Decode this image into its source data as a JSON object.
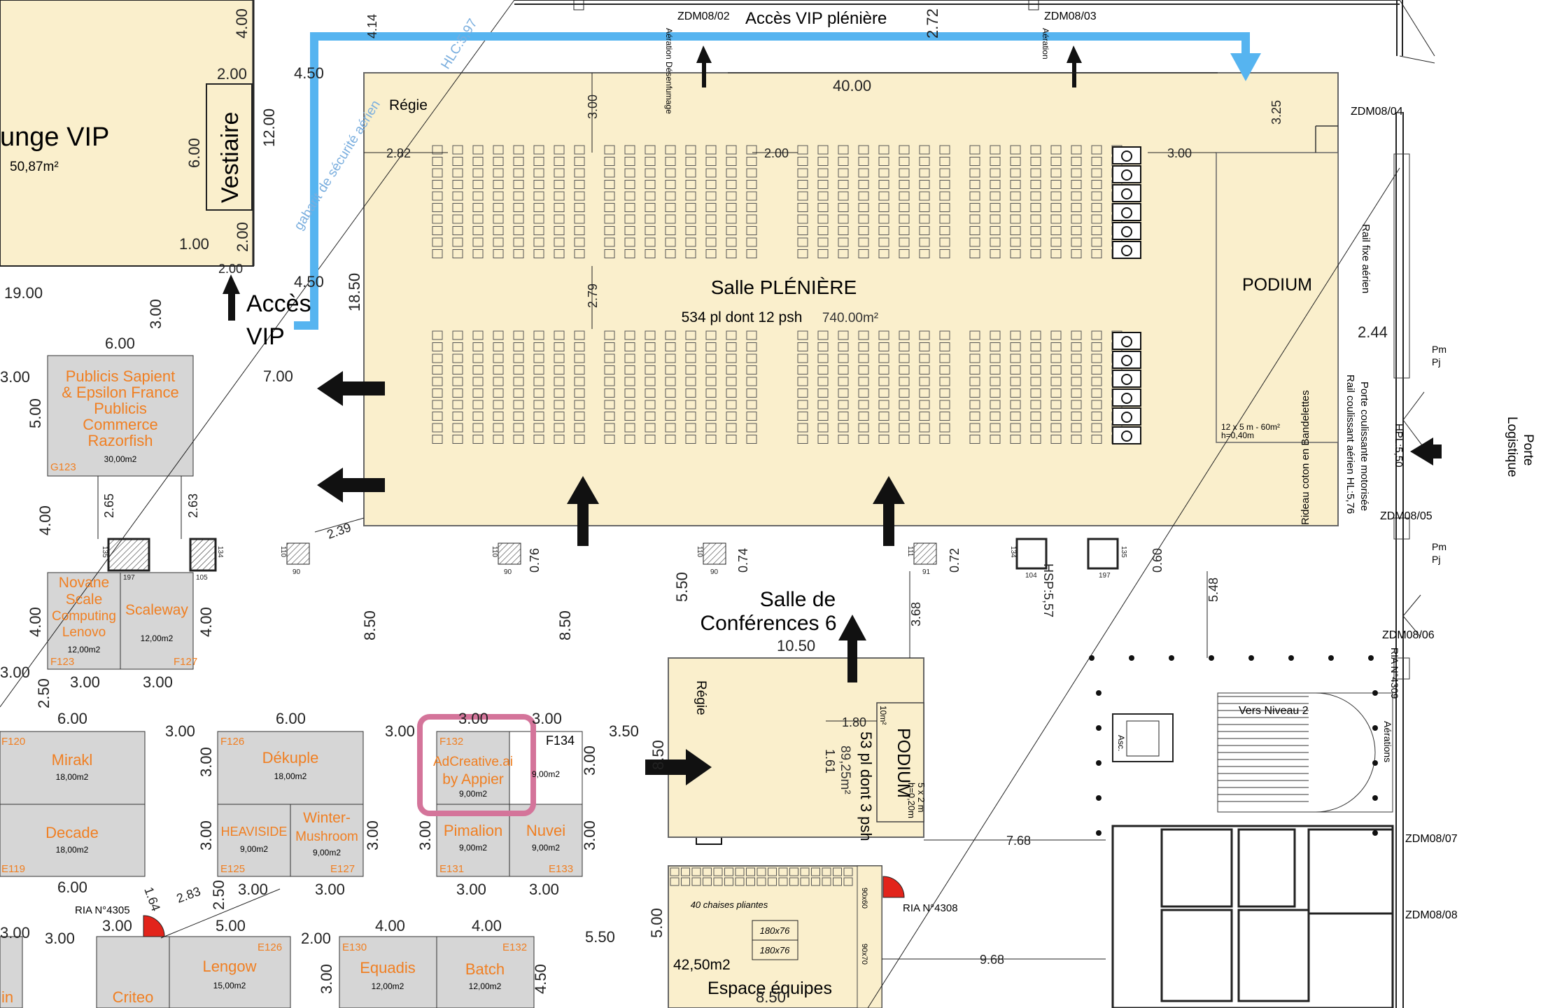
{
  "plenary": {
    "title": "Salle PLÉNIÈRE",
    "capacity": "534 pl dont 12 psh",
    "area": "740.00m²",
    "regie": "Régie",
    "podium": "PODIUM",
    "podium_note": "12 x 5 m - 60m²",
    "podium_height": "h=0,40m"
  },
  "vip": {
    "route_label": "Accès VIP plénière",
    "access_label_1": "Accès",
    "access_label_2": "VIP",
    "lounge_label": "unge VIP",
    "lounge_area": "50,87m²",
    "vestiaire": "Vestiaire"
  },
  "top_markers": {
    "zdm_02": "ZDM08/02",
    "zdm_03": "ZDM08/03",
    "zdm_04": "ZDM08/04",
    "zdm_05": "ZDM08/05",
    "zdm_06": "ZDM08/06",
    "zdm_07": "ZDM08/07",
    "zdm_08": "ZDM08/08",
    "aeration_desenfumage": "Aération Désenfumage",
    "aeration": "Aération",
    "safety_line": "gabarit de sécurité aérien",
    "hlc": "HLC:5,97"
  },
  "right_side": {
    "porte_logistique_1": "Porte",
    "porte_logistique_2": "Logistique",
    "rail_fixe": "Rail fixe aérien",
    "porte_coulissante": "Porte coulissante motorisée",
    "rail_coulissant": "Rail coulissant aérien HL:5,76",
    "hpl": "HPL:5,50",
    "rideau": "Rideau coton en Bandelettes",
    "pm": "Pm",
    "pj": "Pj",
    "ria_4309": "RIA N°4309",
    "aerations": "Aérations",
    "vers_niveau": "Vers Niveau 2",
    "asc": "Asc."
  },
  "conf6": {
    "title_1": "Salle de",
    "title_2": "Conférences 6",
    "regie": "Régie",
    "podium": "PODIUM",
    "podium_area": "10m²",
    "podium_size": "5 x 2 m",
    "podium_height": "h=0,20m",
    "capacity": "53 pl dont 3 psh",
    "area": "89,25m²",
    "chairs_note": "40 chaises pliantes",
    "table_1": "180x76",
    "table_2": "180x76",
    "equipes_area": "42,50m2",
    "equipes_label": "Espace équipes",
    "small_a": "90x60",
    "small_b": "90x70"
  },
  "ria": {
    "ria_4305": "RIA  N°4305",
    "ria_4308": "RIA  N°4308"
  },
  "stands": [
    {
      "names": [
        "Publicis Sapient",
        "& Epsilon France",
        "Publicis",
        "Commerce",
        "Razorfish"
      ],
      "code": "G123",
      "area": "30,00m2"
    },
    {
      "names": [
        "Novane",
        "Scale",
        "Computing",
        "Lenovo"
      ],
      "code": "F123",
      "area": "12,00m2"
    },
    {
      "names": [
        "Scaleway"
      ],
      "code": "F127",
      "area": "12,00m2"
    },
    {
      "names": [
        "Mirakl"
      ],
      "code": "F120",
      "area": "18,00m2"
    },
    {
      "names": [
        "Decade"
      ],
      "code": "E119",
      "area": "18,00m2"
    },
    {
      "names": [
        "Dékuple"
      ],
      "code": "F126",
      "area": "18,00m2"
    },
    {
      "names": [
        "HEAVISIDE"
      ],
      "code": "E125",
      "area": "9,00m2"
    },
    {
      "names": [
        "Winter-",
        "Mushroom"
      ],
      "code": "E127",
      "area": "9,00m2"
    },
    {
      "names": [
        "AdCreative.ai",
        "by Appier"
      ],
      "code": "F132",
      "area": "9,00m2"
    },
    {
      "names": [
        ""
      ],
      "code": "F134",
      "area": "9,00m2"
    },
    {
      "names": [
        "Pimalion"
      ],
      "code": "E131",
      "area": "9,00m2"
    },
    {
      "names": [
        "Nuvei"
      ],
      "code": "E133",
      "area": "9,00m2"
    },
    {
      "names": [
        "Criteo"
      ],
      "code": "",
      "area": ""
    },
    {
      "names": [
        "Lengow"
      ],
      "code": "E126",
      "area": "15,00m2"
    },
    {
      "names": [
        "Equadis"
      ],
      "code": "E130",
      "area": "12,00m2"
    },
    {
      "names": [
        "Batch"
      ],
      "code": "E132",
      "area": "12,00m2"
    },
    {
      "names": [
        "in"
      ],
      "code": "",
      "area": ""
    }
  ],
  "dimensions": {
    "d_40": "40.00",
    "d_2_72": "2.72",
    "d_3_25": "3.25",
    "d_4_14": "4.14",
    "d_4_50a": "4.50",
    "d_4_50b": "4.50",
    "d_2_82": "2.82",
    "d_2_00a": "2.00",
    "d_3_00a": "3.00",
    "d_3_00b": "3.00",
    "d_2_79": "2.79",
    "d_18_50": "18.50",
    "d_7_00": "7.00",
    "d_12_00": "12.00",
    "d_6_00a": "6.00",
    "d_2_00b": "2.00",
    "d_4_00a": "4.00",
    "d_1_00": "1.00",
    "d_2_00c": "2.00",
    "d_2_00d": "2.00",
    "d_19_00": "19.00",
    "d_3_00c": "3.00",
    "d_6_00b": "6.00",
    "d_3_00d": "3.00",
    "d_5_00": "5.00",
    "d_4_00b": "4.00",
    "d_2_65": "2.65",
    "d_2_63": "2.63",
    "d_2_39": "2.39",
    "d_4_00c": "4.00",
    "d_4_00d": "4.00",
    "d_3_00e": "3.00",
    "d_3_00f": "3.00",
    "d_3_00g": "3.00",
    "d_8_50a": "8.50",
    "d_8_50b": "8.50",
    "d_0_76": "0.76",
    "d_0_74": "0.74",
    "d_0_72": "0.72",
    "d_0_60": "0.60",
    "d_5_50a": "5.50",
    "d_3_68": "3.68",
    "d_5_48": "5.48",
    "d_2_44": "2.44",
    "d_hsp": "HSP:5,57",
    "d_10_50": "10.50",
    "d_1_80": "1.80",
    "d_1_61": "1.61",
    "d_8_50c": "8.50",
    "d_3_50": "3.50",
    "d_7_68": "7.68",
    "d_9_68": "9.68",
    "d_5_00b": "5.00",
    "d_8_50d": "8.50",
    "d_5_50b": "5.50",
    "d_2_50a": "2.50",
    "d_6_00c": "6.00",
    "d_3_00h": "3.00",
    "d_6_00d": "6.00",
    "d_3_00i": "3.00",
    "d_3_00j": "3.00",
    "d_3_00k": "3.00",
    "d_3_00l": "3.00",
    "d_3_00m": "3.00",
    "d_3_00n": "3.00",
    "d_3_00o": "3.00",
    "d_6_00e": "6.00",
    "d_3_00p": "3.00",
    "d_3_00q": "3.00",
    "d_1_64": "1.64",
    "d_2_83": "2.83",
    "d_2_50b": "2.50",
    "d_3_00r": "3.00",
    "d_3_00s": "3.00",
    "d_3_00t": "3.00",
    "d_3_00u": "3.00",
    "d_3_00v": "3.00",
    "d_5_00c": "5.00",
    "d_2_00e": "2.00",
    "d_4_00e": "4.00",
    "d_4_00f": "4.00",
    "d_3_00w": "3.00",
    "d_3_00x": "3.00",
    "d_4_50c": "4.50",
    "d_3_00y": "3.00"
  },
  "pillars": {
    "p110a": "110",
    "p90a": "90",
    "p110b": "110",
    "p90b": "90",
    "p110c": "110",
    "p90c": "90",
    "p111": "111",
    "p91": "91",
    "p134": "134",
    "p104": "104",
    "p135a": "135",
    "p197a": "197",
    "p135b": "135",
    "p197b": "197",
    "p134b": "134",
    "p105": "105"
  },
  "colors": {
    "plenary_fill": "#faefcc",
    "vip_route": "#56b4f0",
    "stand_fill": "#d6d6d6",
    "stand_text": "#f07f22",
    "highlight": "#d4749a",
    "ria_red": "#e2241b"
  }
}
